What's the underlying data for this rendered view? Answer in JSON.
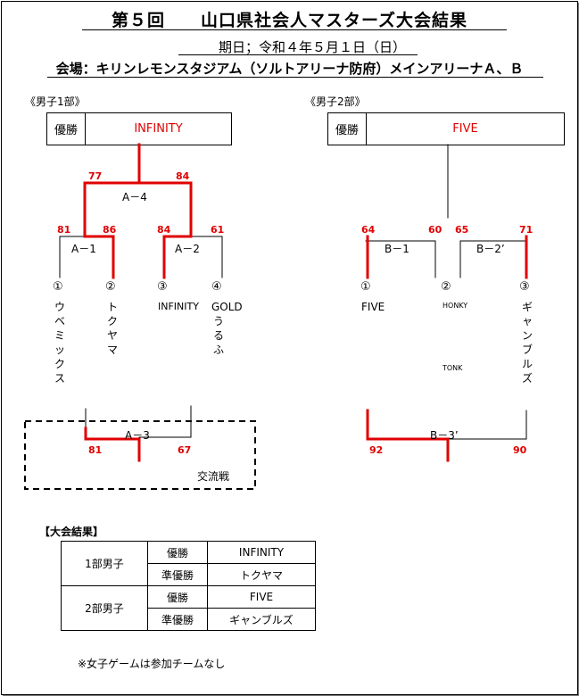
{
  "header": {
    "title": "第５回　　山口県社会人マスターズ大会結果",
    "date": "期日；令和４年５月１日（日）",
    "venue": "会場：キリンレモンスタジアム（ソルトアリーナ防府）メインアリーナＡ、Ｂ"
  },
  "division1": {
    "heading": "《男子1部》",
    "champion_label": "優勝",
    "champion": "INFINITY",
    "games": {
      "a1": "A－1",
      "a2": "A－2",
      "a3": "A－3",
      "a4": "A－4"
    },
    "scores": {
      "a4_left": "77",
      "a4_right": "84",
      "a1_left": "81",
      "a1_right": "86",
      "a2_left": "84",
      "a2_right": "61",
      "a3_left": "81",
      "a3_right": "67"
    },
    "teams": [
      {
        "seed": "①",
        "name": "ウベミックス"
      },
      {
        "seed": "②",
        "name": "トクヤマ"
      },
      {
        "seed": "③",
        "name": "INFINITY"
      },
      {
        "seed": "④",
        "name": "GOLDうるふ"
      }
    ],
    "exchange_label": "交流戦"
  },
  "division2": {
    "heading": "《男子2部》",
    "champion_label": "優勝",
    "champion": "FIVE",
    "games": {
      "b1": "B－1",
      "b2": "B－2’",
      "b3": "B－3’"
    },
    "scores": {
      "b1_left": "64",
      "b1_right": "60",
      "b2_left": "65",
      "b2_right": "71",
      "b3_left": "92",
      "b3_right": "90"
    },
    "teams": [
      {
        "seed": "①",
        "name": "FIVE"
      },
      {
        "seed": "②",
        "name_line1": "HONKY",
        "name_line2": "TONK"
      },
      {
        "seed": "③",
        "name": "ギャンブルズ"
      }
    ]
  },
  "results": {
    "heading": "【大会結果】",
    "rows": [
      {
        "division": "1部男子",
        "place1_label": "優勝",
        "place1": "INFINITY",
        "place2_label": "準優勝",
        "place2": "トクヤマ"
      },
      {
        "division": "2部男子",
        "place1_label": "優勝",
        "place1": "FIVE",
        "place2_label": "準優勝",
        "place2": "ギャンブルズ"
      }
    ],
    "note": "※女子ゲームは参加チームなし"
  }
}
